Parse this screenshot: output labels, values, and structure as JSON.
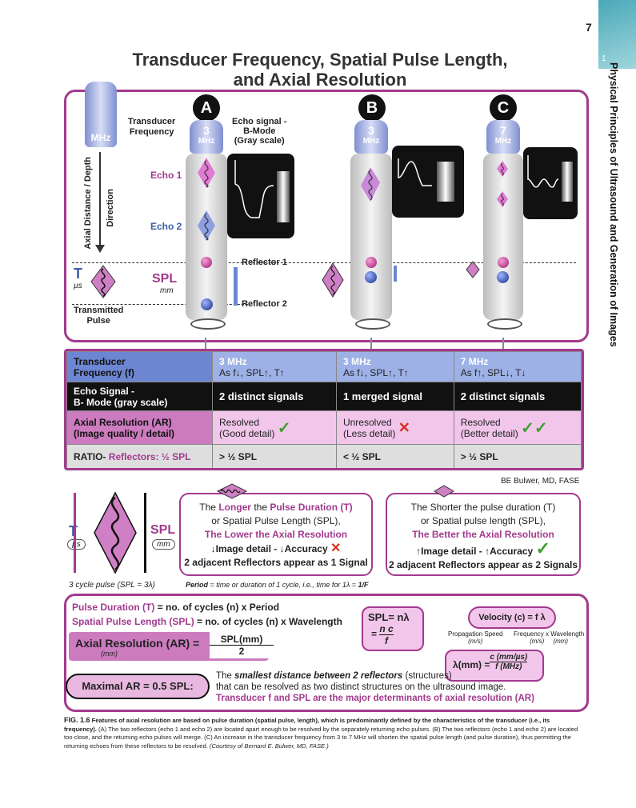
{
  "page": {
    "number": "7",
    "chapter_number": "1",
    "side_title": "Physical Principles of Ultrasound and Generation of Images"
  },
  "title": {
    "line1": "Transducer Frequency, Spatial Pulse Length,",
    "line2": "and Axial Resolution"
  },
  "diagram": {
    "mhz": "MHz",
    "transducer_frequency": "Transducer\nFrequency",
    "echo_signal": "Echo signal -\nB-Mode\n(Gray scale)",
    "axial_label": "Axial Distance / Depth",
    "direction_label": "Direction",
    "echo1": "Echo 1",
    "echo2": "Echo 2",
    "T": "T",
    "us": "µs",
    "SPL": "SPL",
    "mm": "mm",
    "reflector1": "Reflector 1",
    "reflector2": "Reflector 2",
    "transmitted_pulse": "Transmitted\nPulse",
    "columns": [
      {
        "letter": "A",
        "freq": "3",
        "unit": "MHz"
      },
      {
        "letter": "B",
        "freq": "3",
        "unit": "MHz"
      },
      {
        "letter": "C",
        "freq": "7",
        "unit": "MHz"
      }
    ]
  },
  "table": {
    "row1": {
      "head": "Transducer\nFrequency (f)",
      "a1": "3 MHz",
      "a2": "As f↓, SPL↑, T↑",
      "b1": "3 MHz",
      "b2": "As f↓, SPL↑, T↑",
      "c1": "7 MHz",
      "c2": "As f↑, SPL↓, T↓"
    },
    "row2": {
      "head": "Echo Signal -\nB- Mode (gray scale)",
      "a": "2 distinct signals",
      "b": "1 merged signal",
      "c": "2 distinct signals"
    },
    "row3": {
      "head": "Axial Resolution (AR)\n(Image quality / detail)",
      "a": "Resolved\n(Good detail)",
      "b": "Unresolved\n(Less detail)",
      "c": "Resolved\n(Better detail)",
      "check": "✓",
      "cross": "✕",
      "double_check": "✓✓"
    },
    "row4": {
      "head_a": "RATIO- ",
      "head_b": "Reflectors: ½ SPL",
      "a": "> ½ SPL",
      "b": "< ½ SPL",
      "c": "> ½ SPL"
    }
  },
  "credit": "BE Bulwer, MD, FASE",
  "pulse_diagram": {
    "T": "T",
    "us": "µs",
    "SPL": "SPL",
    "mm": "mm",
    "caption": "3 cycle pulse (SPL = 3λ)"
  },
  "longer_box": {
    "l1_a": "The ",
    "l1_b": "Longer",
    "l1_c": " the ",
    "l1_d": "Pulse Duration (T)",
    "l2": "or Spatial Pulse Length (SPL),",
    "l3": "The Lower the Axial Resolution",
    "l4": "↓Image detail - ↓Accuracy",
    "l5": "2 adjacent Reflectors appear as 1 Signal",
    "mark": "✕"
  },
  "shorter_box": {
    "l1": "The Shorter the pulse duration (T)",
    "l2": "or Spatial pulse length (SPL),",
    "l3": "The Better the Axial Resolution",
    "l4": "↑Image detail - ↑Accuracy",
    "l5": "2 adjacent Reflectors appear as 2 Signals",
    "mark": "✓"
  },
  "period_note": {
    "a": "Period",
    "b": " = time or duration of 1 cycle, i.e., time for 1λ = ",
    "c": "1/F"
  },
  "formulas": {
    "pd_label": "Pulse Duration (T)",
    "pd_rest": " = no. of cycles (n) x Period",
    "spl_label": "Spatial Pulse Length (SPL)",
    "spl_rest": " = no. of cycles (n) x Wavelength",
    "spl_eq": "SPL= nλ",
    "spl_eq2_pre": "= ",
    "spl_eq2_num": "n c",
    "spl_eq2_den": "f",
    "velocity": "Velocity (c) = f λ",
    "prop_speed": "Propagation Speed",
    "ms1": "(m/s)",
    "fxw": "Frequency x Wavelength",
    "ms2": "(m/s)",
    "mm2": "(mm)",
    "lambda_pre": "λ(mm) = ",
    "lambda_num": "c (mm/µs)",
    "lambda_den": "f (MHz)",
    "ar_label": "Axial Resolution (AR) =",
    "ar_unit": "(mm)",
    "ar_num": "SPL(mm)",
    "ar_den": "2",
    "max_ar": "Maximal AR = 0.5 SPL:",
    "def_a": "The ",
    "def_b": "smallest distance between 2 reflectors",
    "def_c": " (structures)",
    "def_2": "that can be resolved as two distinct structures on the ultrasound image.",
    "def_3": "Transducer f and SPL are the major determinants of axial resolution (AR)"
  },
  "caption": {
    "fig": "FIG. 1.6",
    "bold": " Features of axial resolution are based on pulse duration (spatial pulse, length), which is predominantly defined by the characteristics of the transducer (i.e., its frequency).",
    "rest": " (A) The two reflectors (echo 1 and echo 2) are located apart enough to be resolved by the separately returning echo pulses. (B) The two reflectors (echo 1 and echo 2) are located too close, and the returning echo pulses will merge. (C) An increase in the transducer frequency from 3 to 7 MHz will shorten the spatial pulse length (and pulse duration), thus permitting the returning echoes from these reflectors to be resolved.",
    "courtesy": " (Courtesy of Bernard E. Bulwer, MD, FASE.)"
  },
  "colors": {
    "purple": "#a23a8e",
    "blue": "#6c86d2",
    "pink": "#f1c6ea"
  }
}
